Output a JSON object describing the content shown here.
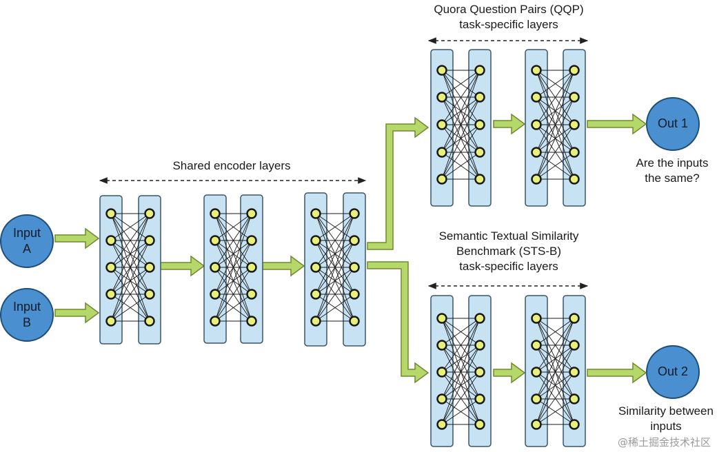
{
  "inputs": [
    {
      "line1": "Input",
      "line2": "A"
    },
    {
      "line1": "Input",
      "line2": "B"
    }
  ],
  "shared": {
    "label": "Shared encoder layers"
  },
  "qqp": {
    "title_line1": "Quora Question Pairs (QQP)",
    "title_line2": "task-specific layers",
    "output": "Out 1",
    "caption_line1": "Are the inputs",
    "caption_line2": "the same?"
  },
  "sts": {
    "title_line1": "Semantic Textual Similarity",
    "title_line2": "Benchmark (STS-B)",
    "title_line3": "task-specific layers",
    "output": "Out 2",
    "caption_line1": "Similarity between",
    "caption_line2": "inputs"
  },
  "watermark": "@稀土掘金技术社区",
  "colors": {
    "panel_fill": "#c7e3f3",
    "panel_stroke": "#3a5566",
    "neuron_fill": "#e8f07a",
    "neuron_stroke": "#1a1a1a",
    "arrow_fill": "#b6d86b",
    "arrow_stroke": "#6d8a2d",
    "circle_fill": "#4a90d0",
    "circle_stroke": "#1f4d78"
  }
}
